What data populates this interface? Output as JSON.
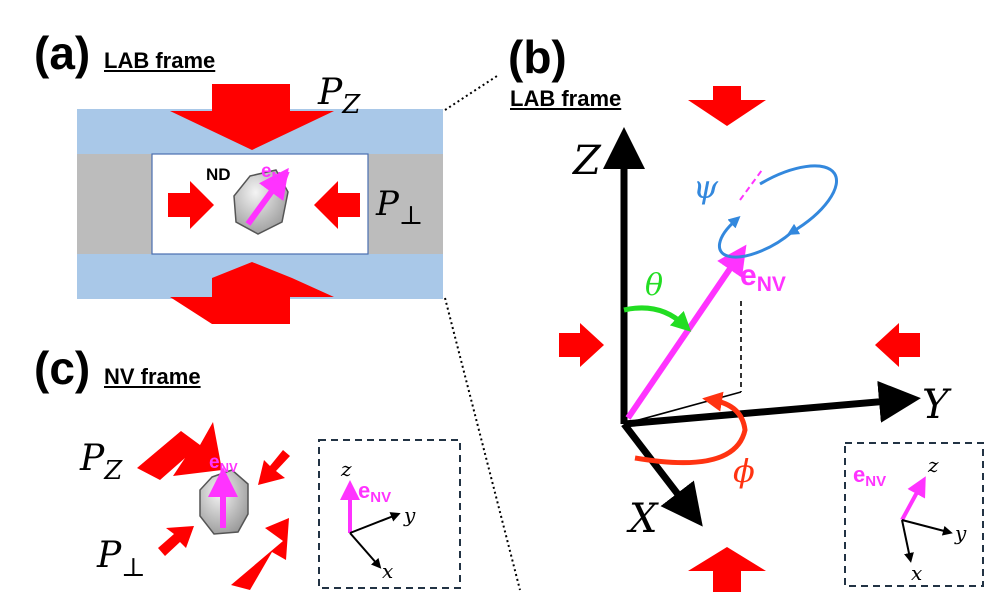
{
  "panels": {
    "a": {
      "label": "(a)",
      "frame": "LAB frame",
      "nd": "ND"
    },
    "b": {
      "label": "(b)",
      "frame": "LAB frame"
    },
    "c": {
      "label": "(c)",
      "frame": "NV frame"
    }
  },
  "symbols": {
    "pz_main": "P",
    "pz_sub": "Z",
    "pp_main": "P",
    "pp_sub": "⊥",
    "env_main": "e",
    "env_sub": "NV",
    "axis_Z": "Z",
    "axis_Y": "Y",
    "axis_X": "X",
    "theta": "θ",
    "phi": "ϕ",
    "psi": "ψ",
    "x": "x",
    "y": "y",
    "z": "z"
  },
  "colors": {
    "pressure": "#ff0000",
    "anvil": "#a9c8e8",
    "gasket": "#bcbcbc",
    "nv": "#ff33ff",
    "theta": "#22dd22",
    "phi": "#ff3311",
    "psi": "#3388dd",
    "axes": "#000000"
  }
}
